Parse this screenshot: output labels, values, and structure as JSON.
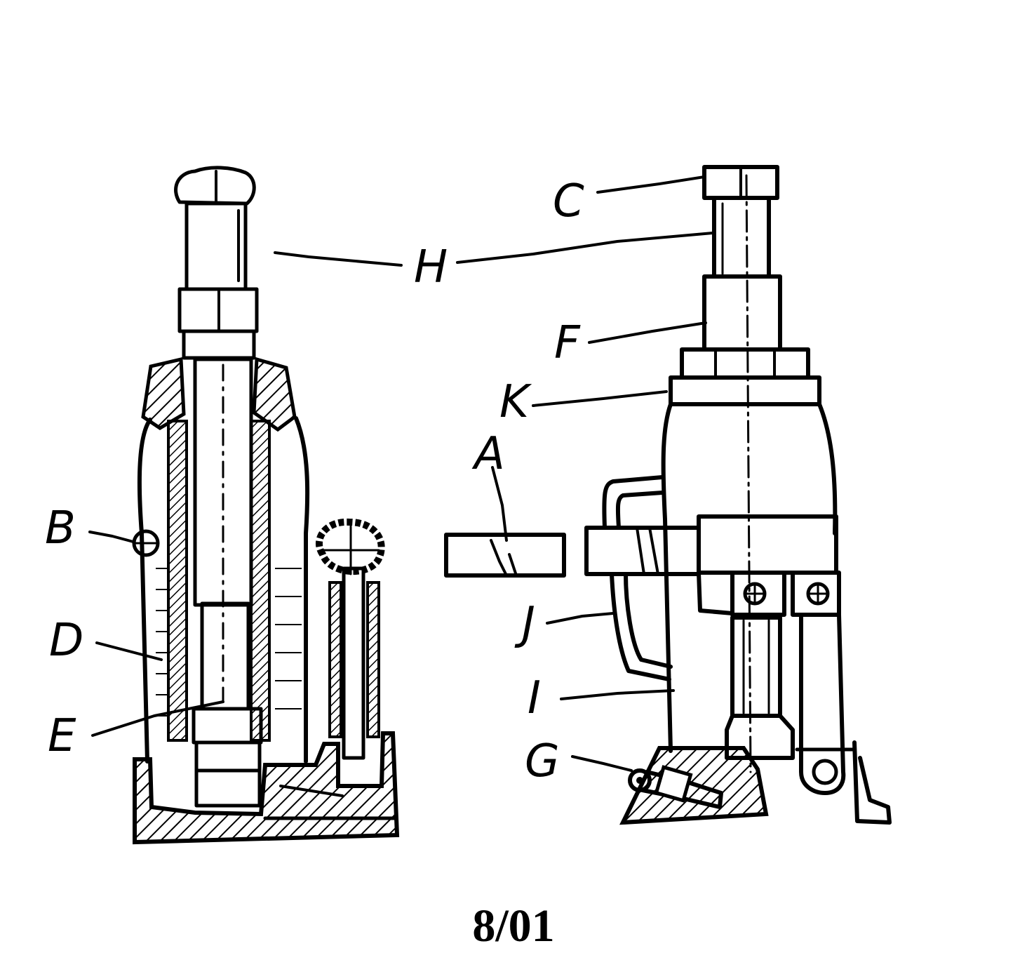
{
  "figure": {
    "date_code": "8/01",
    "left_view_labels": [
      "H",
      "B",
      "D",
      "E"
    ],
    "right_view_labels": [
      "C",
      "F",
      "K",
      "A",
      "J",
      "I",
      "G"
    ]
  }
}
